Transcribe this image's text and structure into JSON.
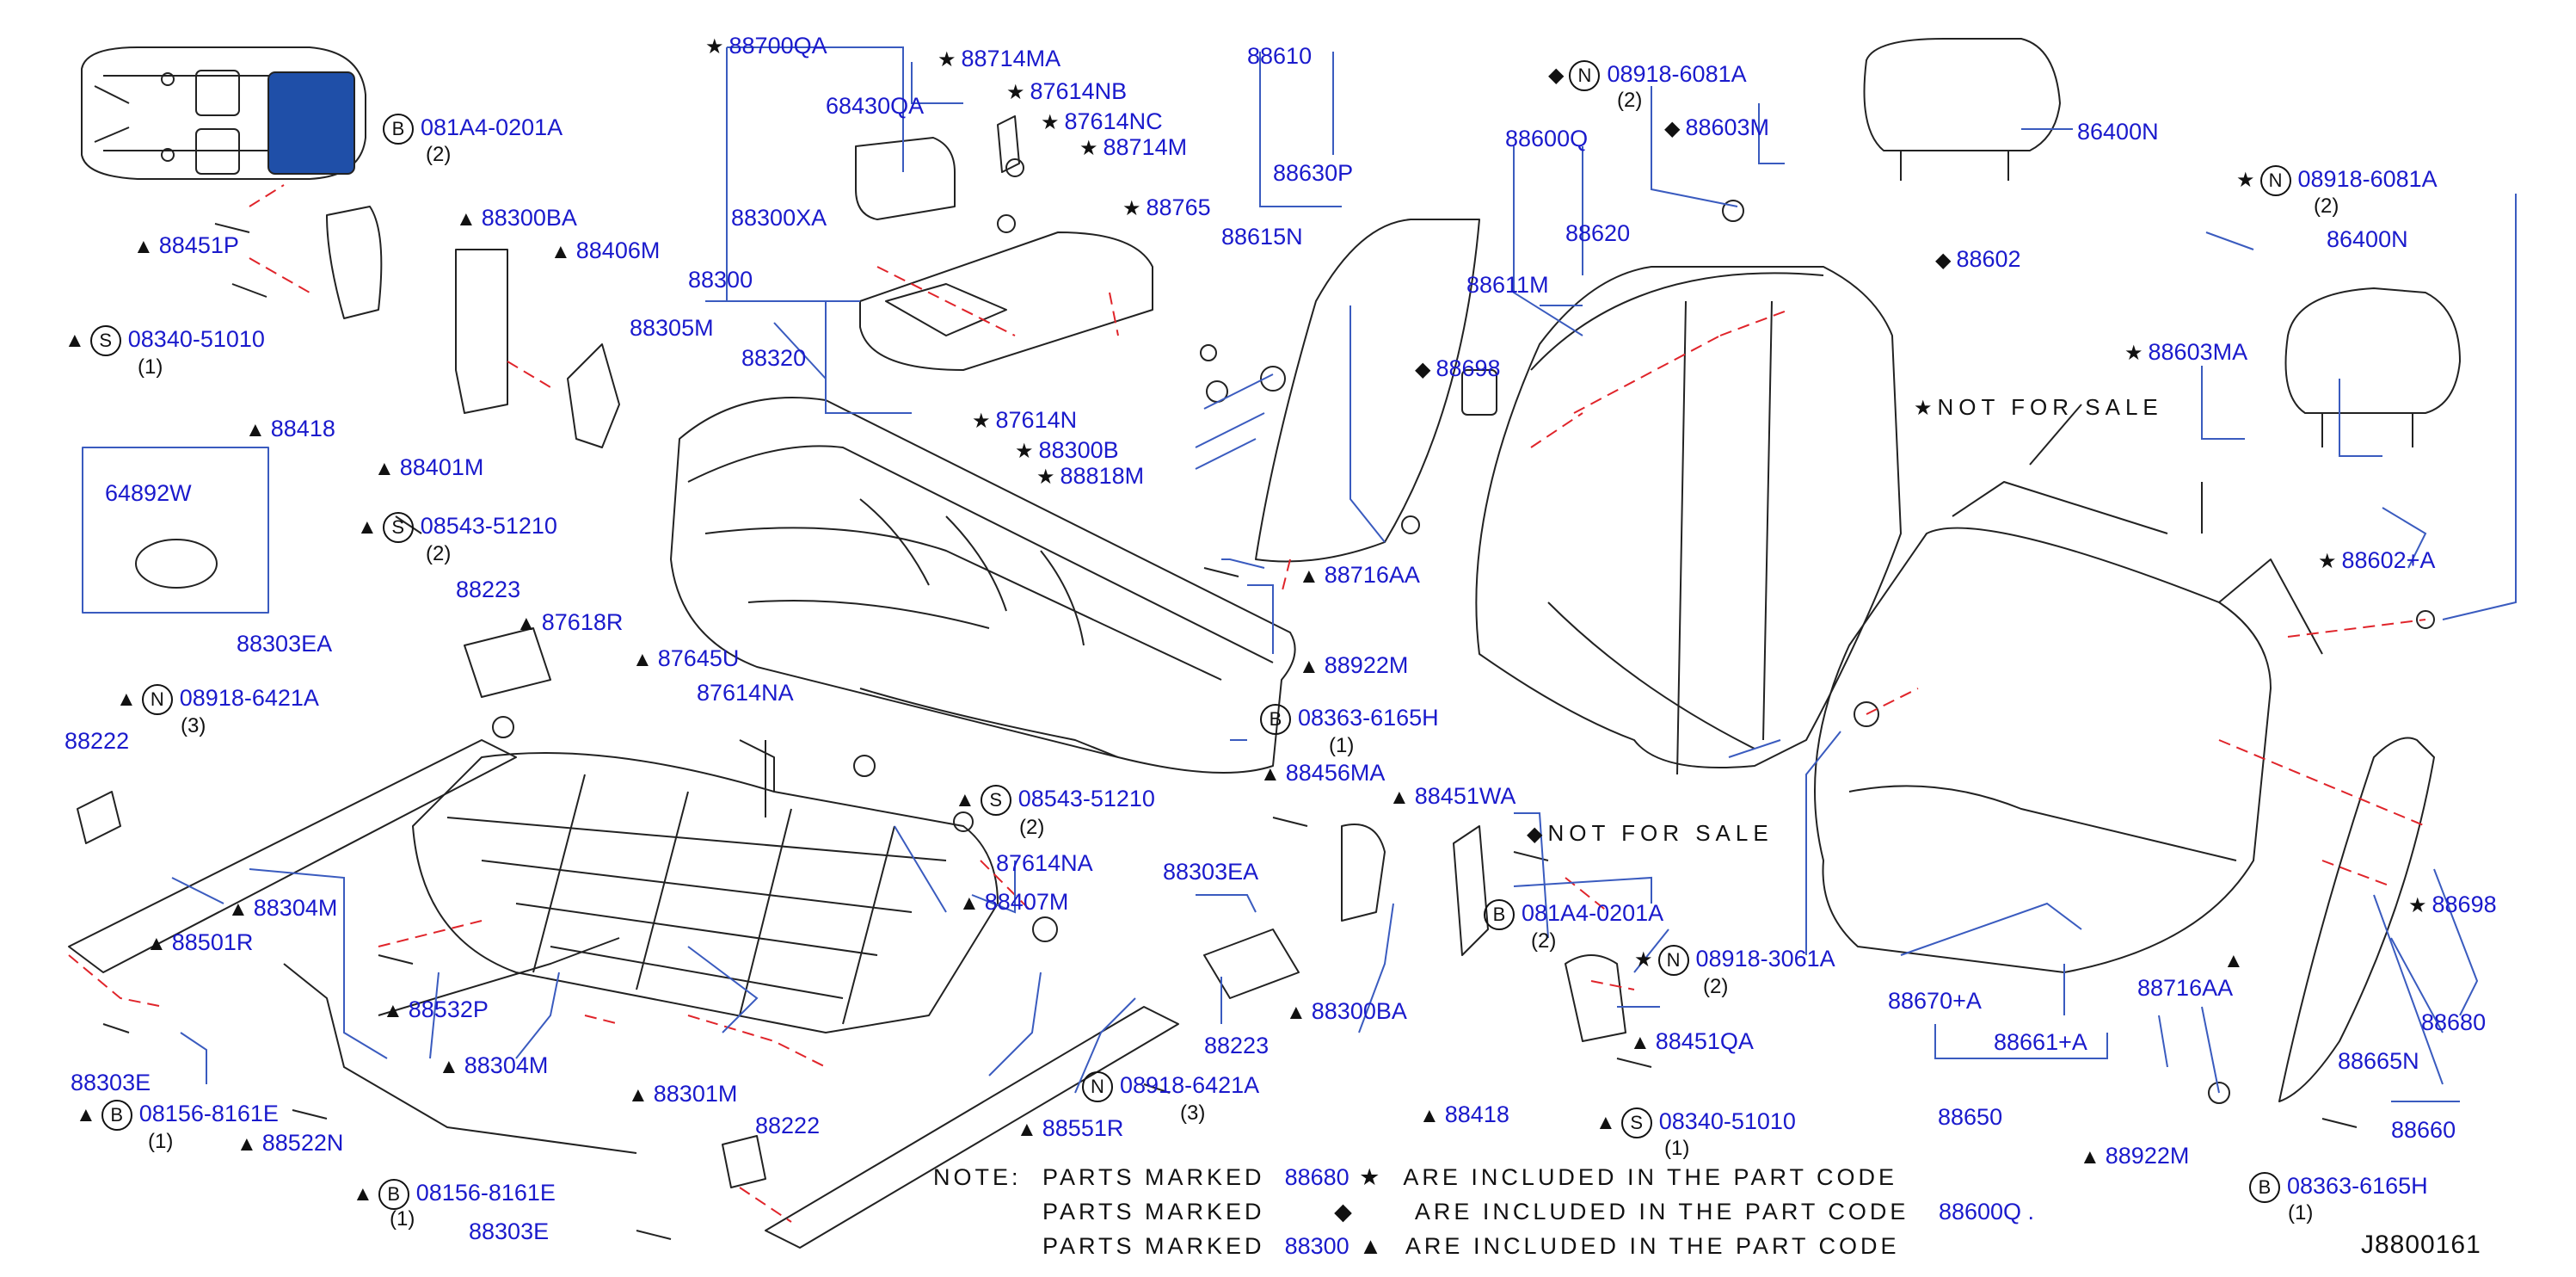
{
  "callouts": {
    "c88700QA": {
      "mark": "★",
      "code": "88700QA"
    },
    "c88714MA": {
      "mark": "★",
      "code": "88714MA"
    },
    "c87614NB": {
      "mark": "★",
      "code": "87614NB"
    },
    "c87614NC": {
      "mark": "★",
      "code": "87614NC"
    },
    "c88714M": {
      "mark": "★",
      "code": "88714M"
    },
    "c68430QA": {
      "mark": "",
      "code": "68430QA"
    },
    "c88300XA": {
      "mark": "",
      "code": "88300XA"
    },
    "c88765": {
      "mark": "★",
      "code": "88765"
    },
    "c88610": {
      "mark": "",
      "code": "88610"
    },
    "c88630P": {
      "mark": "",
      "code": "88630P"
    },
    "c88615N": {
      "mark": "",
      "code": "88615N"
    },
    "c08918_6081A_top": {
      "mark": "◆",
      "circle": "N",
      "code": "08918-6081A",
      "qty": "(2)"
    },
    "c88603M": {
      "mark": "◆",
      "code": "88603M"
    },
    "c86400N_top": {
      "mark": "",
      "code": "86400N"
    },
    "c88602": {
      "mark": "◆",
      "code": "88602"
    },
    "c88600Q": {
      "mark": "",
      "code": "88600Q"
    },
    "c88620": {
      "mark": "",
      "code": "88620"
    },
    "c88611M": {
      "mark": "",
      "code": "88611M"
    },
    "c88698_mid": {
      "mark": "◆",
      "code": "88698"
    },
    "c08918_6081A_right": {
      "mark": "★",
      "circle": "N",
      "code": "08918-6081A",
      "qty": "(2)"
    },
    "c86400N_right": {
      "mark": "",
      "code": "86400N"
    },
    "c88603MA": {
      "mark": "★",
      "code": "88603MA"
    },
    "c88602A": {
      "mark": "★",
      "code": "88602+A"
    },
    "c081A4_0201A_top": {
      "mark": "",
      "circle": "B",
      "code": "081A4-0201A",
      "qty": "(2)"
    },
    "c88300BA_top": {
      "mark": "▲",
      "code": "88300BA"
    },
    "c88451P": {
      "mark": "▲",
      "code": "88451P"
    },
    "c88406M": {
      "mark": "▲",
      "code": "88406M"
    },
    "c08340_51010_left": {
      "mark": "▲",
      "circle": "S",
      "code": "08340-51010",
      "qty": "(1)"
    },
    "c88418_left": {
      "mark": "▲",
      "code": "88418"
    },
    "c88401M": {
      "mark": "▲",
      "code": "88401M"
    },
    "c64892W": {
      "mark": "",
      "code": "64892W"
    },
    "c08543_51210_top": {
      "mark": "▲",
      "circle": "S",
      "code": "08543-51210",
      "qty": "(2)"
    },
    "c88300": {
      "mark": "",
      "code": "88300"
    },
    "c88305M": {
      "mark": "",
      "code": "88305M"
    },
    "c88320": {
      "mark": "",
      "code": "88320"
    },
    "c87614N": {
      "mark": "★",
      "code": "87614N"
    },
    "c88300B": {
      "mark": "★",
      "code": "88300B"
    },
    "c88818M": {
      "mark": "★",
      "code": "88818M"
    },
    "c88716AA_mid": {
      "mark": "▲",
      "code": "88716AA"
    },
    "c88922M_mid": {
      "mark": "▲",
      "code": "88922M"
    },
    "c88223_left": {
      "mark": "",
      "code": "88223"
    },
    "c88303EA_left": {
      "mark": "",
      "code": "88303EA"
    },
    "c87618R": {
      "mark": "▲",
      "code": "87618R"
    },
    "c87645U": {
      "mark": "▲",
      "code": "87645U"
    },
    "c87614NA_top": {
      "mark": "",
      "code": "87614NA"
    },
    "c08918_6421A_left": {
      "mark": "▲",
      "circle": "N",
      "code": "08918-6421A",
      "qty": "(3)"
    },
    "c88222_left": {
      "mark": "",
      "code": "88222"
    },
    "c08363_6165H_mid": {
      "mark": "",
      "circle": "B",
      "code": "08363-6165H",
      "qty": "(1)"
    },
    "c08543_51210_mid": {
      "mark": "▲",
      "circle": "S",
      "code": "08543-51210",
      "qty": "(2)"
    },
    "c87614NA_mid": {
      "mark": "",
      "code": "87614NA"
    },
    "c88456MA": {
      "mark": "▲",
      "code": "88456MA"
    },
    "c88451WA": {
      "mark": "▲",
      "code": "88451WA"
    },
    "c081A4_0201A_mid": {
      "mark": "",
      "circle": "B",
      "code": "081A4-0201A",
      "qty": "(2)"
    },
    "c08918_3061A": {
      "mark": "★",
      "circle": "N",
      "code": "08918-3061A",
      "qty": "(2)"
    },
    "c88451QA": {
      "mark": "▲",
      "code": "88451QA"
    },
    "c88418_mid": {
      "mark": "▲",
      "code": "88418"
    },
    "c08340_51010_mid": {
      "mark": "▲",
      "circle": "S",
      "code": "08340-51010",
      "qty": "(1)"
    },
    "c88300BA_mid": {
      "mark": "▲",
      "code": "88300BA"
    },
    "c88304M_a": {
      "mark": "▲",
      "code": "88304M"
    },
    "c88501R": {
      "mark": "▲",
      "code": "88501R"
    },
    "c88303E_left": {
      "mark": "",
      "code": "88303E"
    },
    "c08156_8161E_a": {
      "mark": "▲",
      "circle": "B",
      "code": "08156-8161E",
      "qty": "(1)"
    },
    "c88532P": {
      "mark": "▲",
      "code": "88532P"
    },
    "c88304M_b": {
      "mark": "▲",
      "code": "88304M"
    },
    "c88301M": {
      "mark": "▲",
      "code": "88301M"
    },
    "c88522N": {
      "mark": "▲",
      "code": "88522N"
    },
    "c08156_8161E_b": {
      "mark": "▲",
      "circle": "B",
      "code": "08156-8161E",
      "qty": "(1)"
    },
    "c88303E_bottom": {
      "mark": "",
      "code": "88303E"
    },
    "c88222_bottom": {
      "mark": "",
      "code": "88222"
    },
    "c88407M": {
      "mark": "▲",
      "code": "88407M"
    },
    "c88303EA_mid": {
      "mark": "",
      "code": "88303EA"
    },
    "c88223_mid": {
      "mark": "",
      "code": "88223"
    },
    "c08918_6421A_mid": {
      "mark": "",
      "circle": "N",
      "code": "08918-6421A",
      "qty": "(3)"
    },
    "c88551R": {
      "mark": "▲",
      "code": "88551R"
    },
    "c88670A": {
      "mark": "",
      "code": "88670+A"
    },
    "c88661A": {
      "mark": "",
      "code": "88661+A"
    },
    "c88650": {
      "mark": "",
      "code": "88650"
    },
    "c88716AA_right": {
      "mark": "",
      "code": "88716AA",
      "mark_above": "▲"
    },
    "c88698_right": {
      "mark": "★",
      "code": "88698"
    },
    "c88680": {
      "mark": "",
      "code": "88680"
    },
    "c88665N": {
      "mark": "",
      "code": "88665N"
    },
    "c88660": {
      "mark": "",
      "code": "88660"
    },
    "c88922M_right": {
      "mark": "▲",
      "code": "88922M"
    },
    "c08363_6165H_right": {
      "mark": "",
      "circle": "B",
      "code": "08363-6165H",
      "qty": "(1)"
    }
  },
  "not_for_sale": {
    "star": {
      "mark": "★",
      "text": "NOT FOR SALE"
    },
    "diamond": {
      "mark": "◆",
      "text": "NOT FOR SALE"
    }
  },
  "notes": {
    "heading": "NOTE:",
    "line1": {
      "prefix": "PARTS MARKED",
      "code": "88680",
      "mark": "★",
      "suffix": "ARE INCLUDED IN THE PART CODE",
      "part": ""
    },
    "line2": {
      "prefix": "PARTS MARKED",
      "code": "",
      "mark": "◆",
      "suffix": "ARE INCLUDED IN THE PART CODE",
      "part": "88600Q ."
    },
    "line3": {
      "prefix": "PARTS MARKED",
      "code": "88300",
      "mark": "▲",
      "suffix": "ARE INCLUDED IN THE PART CODE",
      "part": ""
    }
  },
  "diagram_ref": "J8800161",
  "colors": {
    "label": "#1a1acc",
    "leader": "#3a5bbf",
    "phantom": "#e0242a",
    "line": "#222222",
    "highlight": "#1f4fa8"
  }
}
